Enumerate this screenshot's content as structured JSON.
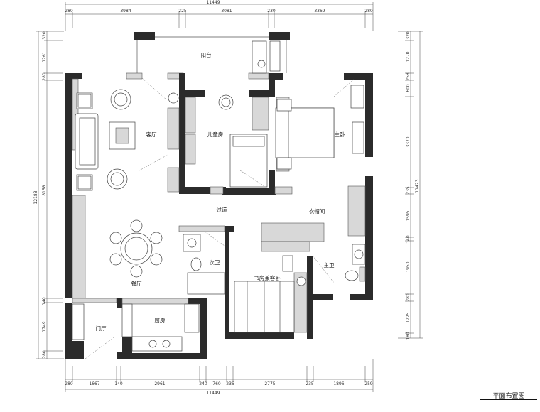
{
  "drawing_title": "平面布置图",
  "dimensions": {
    "top_total": "11449",
    "top_segments": [
      "280",
      "3984",
      "225",
      "3081",
      "230",
      "3369",
      "280"
    ],
    "bottom_total": "11449",
    "bottom_segments": [
      "280",
      "1667",
      "140",
      "2961",
      "240",
      "760",
      "236",
      "2775",
      "235",
      "1896",
      "259"
    ],
    "left_total": "12188",
    "left_sub": "8158",
    "left_segments": [
      "320",
      "1261",
      "280",
      "140",
      "1749",
      "280"
    ],
    "right_total": "11423",
    "right_segments": [
      "320",
      "1270",
      "258",
      "600",
      "3370",
      "235",
      "1595",
      "140",
      "1950",
      "280",
      "1225",
      "180"
    ]
  },
  "rooms": {
    "balcony": "阳台",
    "living_room": "客厅",
    "kids_room": "儿童房",
    "master_bedroom": "主卧",
    "hallway": "过道",
    "closet": "衣帽间",
    "second_bath": "次卫",
    "master_bath": "主卫",
    "study_guest": "书房兼客卧",
    "dining": "餐厅",
    "entry": "门厅",
    "kitchen": "厨房"
  }
}
